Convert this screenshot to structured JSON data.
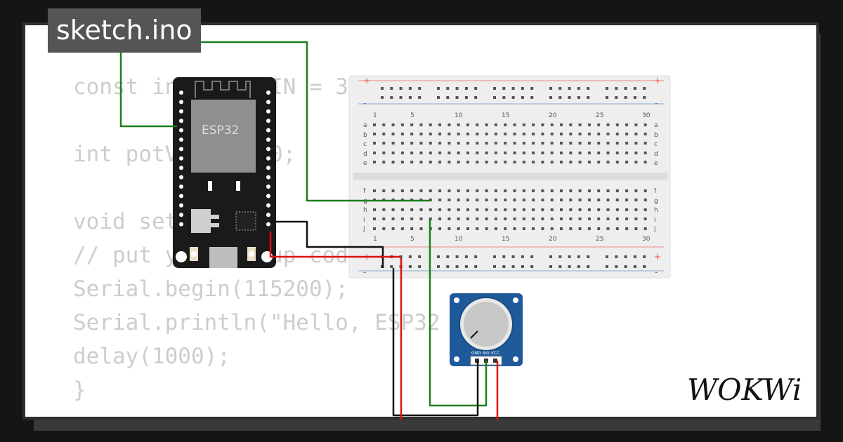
{
  "tab": {
    "title": "sketch.ino"
  },
  "code_lines": [
    "const int POT_PIN = 34;",
    "",
    "int potValue = 0;",
    "",
    "void setup() {",
    "// put your setup code",
    "Serial.begin(115200);",
    "Serial.println(\"Hello, ESP32 \");",
    "delay(1000);",
    "}"
  ],
  "board": {
    "label": "ESP32"
  },
  "breadboard": {
    "column_labels": [
      "1",
      "5",
      "10",
      "15",
      "20",
      "25",
      "30"
    ],
    "row_labels_top": [
      "a",
      "b",
      "c",
      "d",
      "e"
    ],
    "row_labels_bottom": [
      "f",
      "g",
      "h",
      "i",
      "j"
    ],
    "rail_plus": "+",
    "rail_minus": "-"
  },
  "potentiometer": {
    "pin_labels": "GND SIG VCC"
  },
  "brand": {
    "logo_text": "WOKWi"
  },
  "colors": {
    "wire_green": "#1a7f1a",
    "wire_red": "#e01010",
    "wire_black": "#111111",
    "pot_board": "#1e5a9a",
    "esp_board": "#1a1a1a",
    "breadboard": "#eeeeee"
  }
}
